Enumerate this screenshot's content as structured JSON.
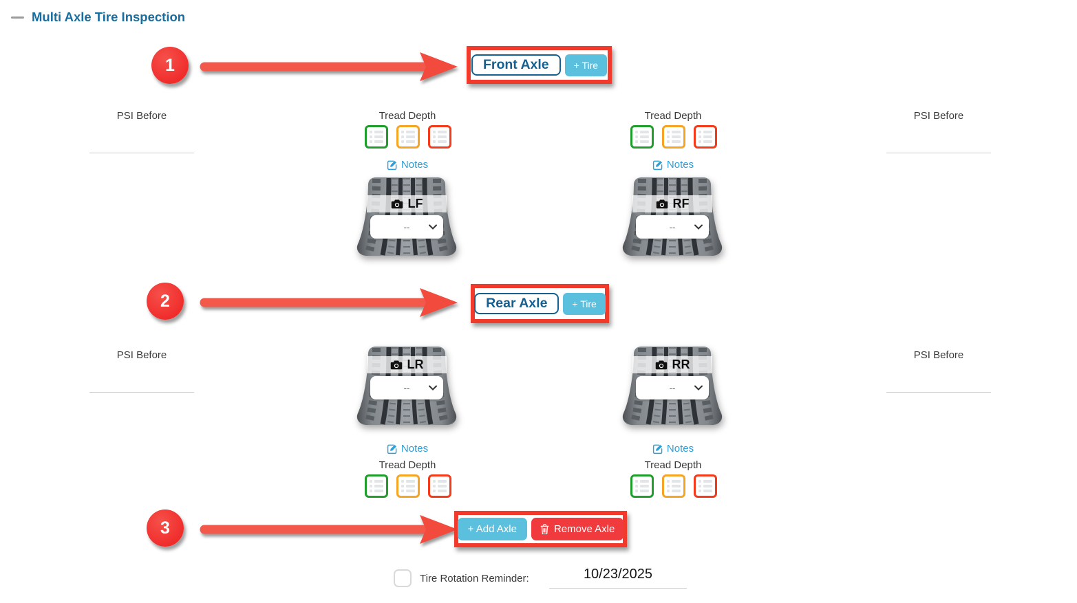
{
  "title": "Multi Axle Tire Inspection",
  "labels": {
    "psi_before": "PSI Before",
    "tread_depth": "Tread Depth",
    "notes": "Notes"
  },
  "colors": {
    "title_blue": "#186d9e",
    "axle_button_blue": "#15608f",
    "info_button_blue": "#5bc0de",
    "danger_button_red": "#f03a3e",
    "annotation_red": "#f23a2c",
    "notes_link_blue": "#2d9fd8",
    "tread_good_green": "#1f9e2c",
    "tread_warn_orange": "#f5a423",
    "tread_bad_red": "#f43a1a"
  },
  "axles": [
    {
      "name": "Front Axle",
      "add_tire": "+ Tire",
      "annotation_number": "1",
      "tires": [
        {
          "code": "LF",
          "condition_value": "--"
        },
        {
          "code": "RF",
          "condition_value": "--"
        }
      ]
    },
    {
      "name": "Rear Axle",
      "add_tire": "+ Tire",
      "annotation_number": "2",
      "tires": [
        {
          "code": "LR",
          "condition_value": "--"
        },
        {
          "code": "RR",
          "condition_value": "--"
        }
      ]
    }
  ],
  "axle_actions": {
    "annotation_number": "3",
    "add_axle": "+ Add Axle",
    "remove_axle": "Remove Axle"
  },
  "reminder": {
    "label": "Tire Rotation Reminder:",
    "date": "10/23/2025",
    "checked": false
  }
}
